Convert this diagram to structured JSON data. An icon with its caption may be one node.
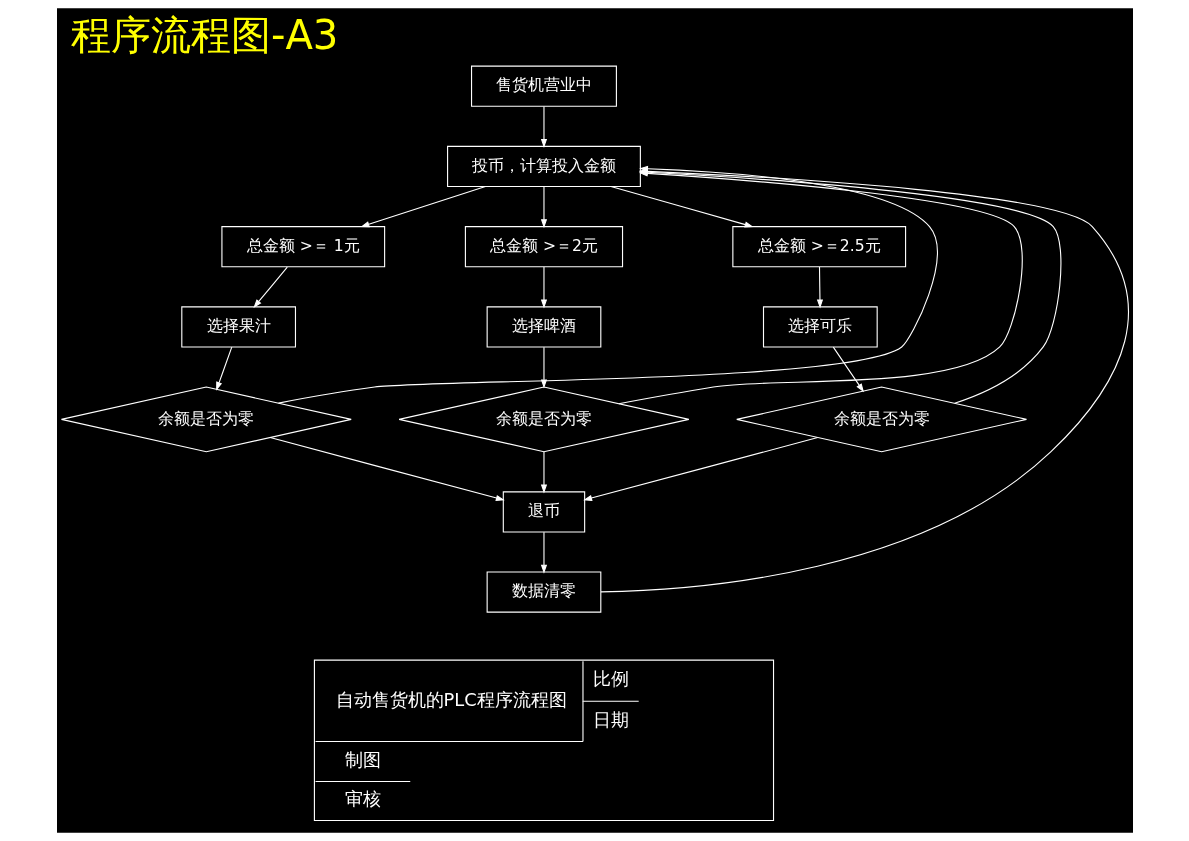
{
  "diagram": {
    "title": "程序流程图-A3",
    "nodes": [
      {
        "text": [
          "售货机营业中"
        ]
      },
      {
        "text": [
          "投币，计算投入金额"
        ]
      },
      {
        "text": [
          "总金额 >＝ 1元"
        ]
      },
      {
        "text": [
          "总金额 >＝2元"
        ]
      },
      {
        "text": [
          "总金额 >＝2.5元"
        ]
      },
      {
        "text": [
          "选择果汁"
        ]
      },
      {
        "text": [
          "选择啤酒"
        ]
      },
      {
        "text": [
          "选择可乐"
        ]
      },
      {
        "text": [
          "余额是否为零"
        ]
      },
      {
        "text": [
          "余额是否为零"
        ]
      },
      {
        "text": [
          "余额是否为零"
        ]
      },
      {
        "text": [
          "退币"
        ]
      },
      {
        "text": [
          "数据清零"
        ]
      }
    ],
    "edges": [
      {
        "from": 0,
        "to": 1,
        "arrow": "to"
      },
      {
        "from": 1,
        "to": 2,
        "arrow": "to"
      },
      {
        "from": 1,
        "to": 3,
        "arrow": "to"
      },
      {
        "from": 1,
        "to": 4,
        "arrow": "to"
      },
      {
        "from": 2,
        "to": 5,
        "arrow": "to"
      },
      {
        "from": 3,
        "to": 6,
        "arrow": "to"
      },
      {
        "from": 4,
        "to": 7,
        "arrow": "to"
      },
      {
        "from": 5,
        "to": 8,
        "arrow": "to"
      },
      {
        "from": 6,
        "to": 9,
        "arrow": "to"
      },
      {
        "from": 7,
        "to": 10,
        "arrow": "to"
      },
      {
        "from": 8,
        "to": 11,
        "arrow": "to"
      },
      {
        "from": 9,
        "to": 11,
        "arrow": "to"
      },
      {
        "from": 10,
        "to": 11,
        "arrow": "to"
      },
      {
        "from": 8,
        "to": 1,
        "arrow": "to"
      },
      {
        "from": 9,
        "to": 1,
        "arrow": "to"
      },
      {
        "from": 10,
        "to": 1,
        "arrow": "to"
      },
      {
        "from": 11,
        "to": 12,
        "arrow": "to"
      },
      {
        "from": 12,
        "to": 1,
        "arrow": "to"
      }
    ],
    "labels": [
      "自动售货机的PLC程序流程图",
      "比例",
      "日期",
      "制图",
      "审核"
    ]
  }
}
